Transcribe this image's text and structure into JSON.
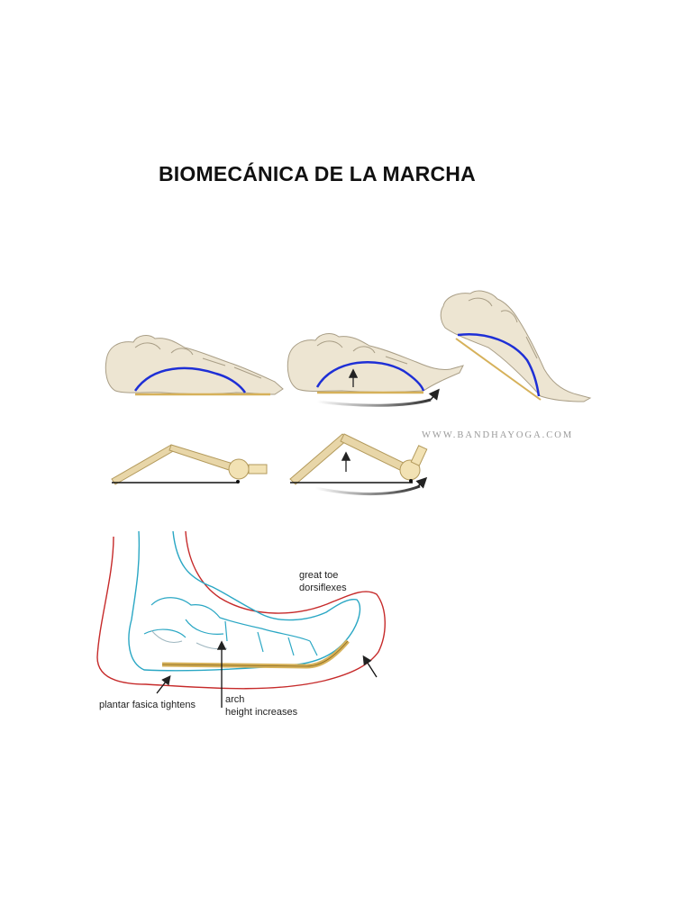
{
  "document": {
    "title": "BIOMECÁNICA DE LA MARCHA"
  },
  "figure_top": {
    "watermark": "WWW.BANDHAYOGA.COM"
  },
  "figure_bottom": {
    "label_toe": [
      "great toe",
      "dorsiflexes"
    ],
    "label_fascia": "plantar fasica tightens",
    "label_arch": [
      "arch",
      "height increases"
    ]
  },
  "colors": {
    "bone_fill": "#ede5d2",
    "bone_stroke": "#a99e86",
    "arch_line": "#1e2fd6",
    "fascia": "#d6b15a",
    "skin_outline": "#c62a2a",
    "bone_outline": "#2aa7c4"
  }
}
